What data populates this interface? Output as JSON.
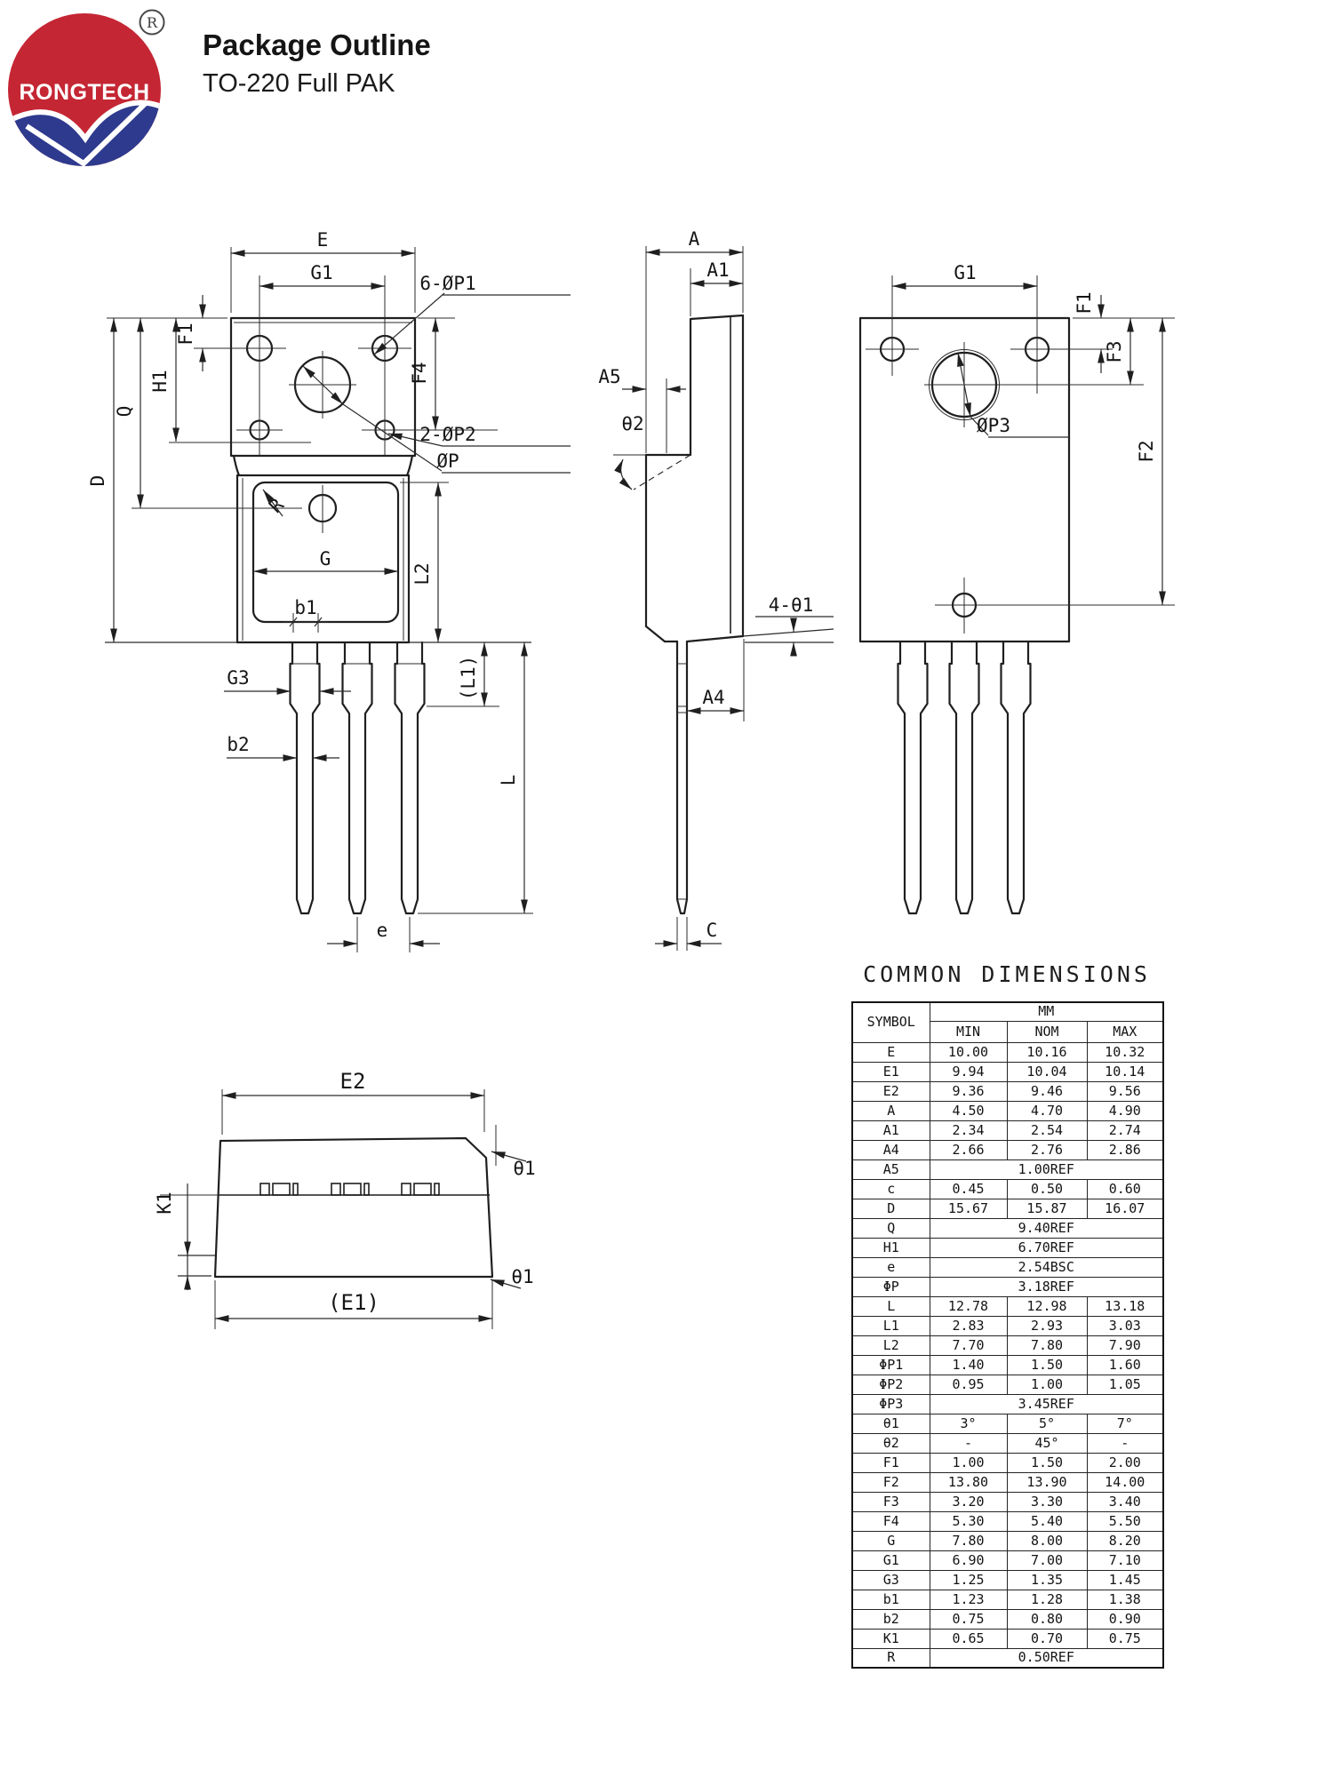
{
  "logo": {
    "brand": "RONGTECH",
    "reg": "R",
    "red": "#c52634",
    "blue": "#2e3a8e"
  },
  "header": {
    "title": "Package Outline",
    "subtitle": "TO-220 Full PAK"
  },
  "drawing": {
    "front": {
      "E": "E",
      "G1": "G1",
      "note_p1": "6-ØP1",
      "F1": "F1",
      "H1": "H1",
      "Q": "Q",
      "D": "D",
      "F4": "F4",
      "note_p2": "2-ØP2",
      "note_p": "ØP",
      "R": "R",
      "G": "G",
      "L2": "L2",
      "b1": "b1",
      "G3": "G3",
      "b2": "b2",
      "L1": "(L1)",
      "L": "L",
      "e": "e"
    },
    "side": {
      "A": "A",
      "A1": "A1",
      "A5": "A5",
      "theta2": "θ2",
      "note_theta1": "4-θ1",
      "A4": "A4",
      "C": "C"
    },
    "back": {
      "G1": "G1",
      "F1": "F1",
      "F3": "F3",
      "F2": "F2",
      "note_p3": "ØP3"
    },
    "bottom": {
      "E2": "E2",
      "E1": "(E1)",
      "K1": "K1",
      "theta1_top": "θ1",
      "theta1_bottom": "θ1"
    }
  },
  "table": {
    "title": "COMMON DIMENSIONS",
    "col_headers": {
      "symbol": "SYMBOL",
      "unit": "MM",
      "min": "MIN",
      "nom": "NOM",
      "max": "MAX"
    },
    "rows": [
      {
        "symbol": "E",
        "min": "10.00",
        "nom": "10.16",
        "max": "10.32"
      },
      {
        "symbol": "E1",
        "min": "9.94",
        "nom": "10.04",
        "max": "10.14"
      },
      {
        "symbol": "E2",
        "min": "9.36",
        "nom": "9.46",
        "max": "9.56"
      },
      {
        "symbol": "A",
        "min": "4.50",
        "nom": "4.70",
        "max": "4.90"
      },
      {
        "symbol": "A1",
        "min": "2.34",
        "nom": "2.54",
        "max": "2.74"
      },
      {
        "symbol": "A4",
        "min": "2.66",
        "nom": "2.76",
        "max": "2.86"
      },
      {
        "symbol": "A5",
        "span": "1.00REF"
      },
      {
        "symbol": "c",
        "min": "0.45",
        "nom": "0.50",
        "max": "0.60"
      },
      {
        "symbol": "D",
        "min": "15.67",
        "nom": "15.87",
        "max": "16.07"
      },
      {
        "symbol": "Q",
        "span": "9.40REF"
      },
      {
        "symbol": "H1",
        "span": "6.70REF"
      },
      {
        "symbol": "e",
        "span": "2.54BSC"
      },
      {
        "symbol": "ΦP",
        "span": "3.18REF"
      },
      {
        "symbol": "L",
        "min": "12.78",
        "nom": "12.98",
        "max": "13.18"
      },
      {
        "symbol": "L1",
        "min": "2.83",
        "nom": "2.93",
        "max": "3.03"
      },
      {
        "symbol": "L2",
        "min": "7.70",
        "nom": "7.80",
        "max": "7.90"
      },
      {
        "symbol": "ΦP1",
        "min": "1.40",
        "nom": "1.50",
        "max": "1.60"
      },
      {
        "symbol": "ΦP2",
        "min": "0.95",
        "nom": "1.00",
        "max": "1.05"
      },
      {
        "symbol": "ΦP3",
        "span": "3.45REF"
      },
      {
        "symbol": "θ1",
        "min": "3°",
        "nom": "5°",
        "max": "7°"
      },
      {
        "symbol": "θ2",
        "min": "-",
        "nom": "45°",
        "max": "-"
      },
      {
        "symbol": "F1",
        "min": "1.00",
        "nom": "1.50",
        "max": "2.00"
      },
      {
        "symbol": "F2",
        "min": "13.80",
        "nom": "13.90",
        "max": "14.00"
      },
      {
        "symbol": "F3",
        "min": "3.20",
        "nom": "3.30",
        "max": "3.40"
      },
      {
        "symbol": "F4",
        "min": "5.30",
        "nom": "5.40",
        "max": "5.50"
      },
      {
        "symbol": "G",
        "min": "7.80",
        "nom": "8.00",
        "max": "8.20"
      },
      {
        "symbol": "G1",
        "min": "6.90",
        "nom": "7.00",
        "max": "7.10"
      },
      {
        "symbol": "G3",
        "min": "1.25",
        "nom": "1.35",
        "max": "1.45"
      },
      {
        "symbol": "b1",
        "min": "1.23",
        "nom": "1.28",
        "max": "1.38"
      },
      {
        "symbol": "b2",
        "min": "0.75",
        "nom": "0.80",
        "max": "0.90"
      },
      {
        "symbol": "K1",
        "min": "0.65",
        "nom": "0.70",
        "max": "0.75"
      },
      {
        "symbol": "R",
        "span": "0.50REF"
      }
    ]
  }
}
